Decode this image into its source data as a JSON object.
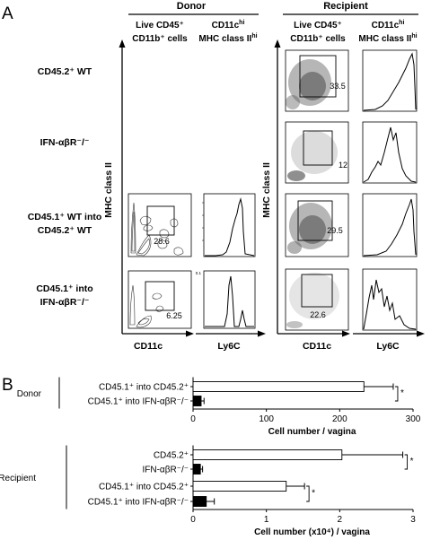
{
  "panel_a": {
    "label": "A",
    "donor": {
      "title": "Donor",
      "col1": [
        "Live CD45⁺",
        "CD11b⁺ cells"
      ],
      "col2": [
        "CD11c",
        "MHC class II"
      ],
      "col2_sup": [
        "hi",
        "hi"
      ]
    },
    "recipient": {
      "title": "Recipient",
      "col1": [
        "Live CD45⁺",
        "CD11b⁺ cells"
      ],
      "col2": [
        "CD11c",
        "MHC class II"
      ],
      "col2_sup": [
        "hi",
        "hi"
      ]
    },
    "rows": [
      [
        "CD45.2⁺ WT"
      ],
      [
        "IFN-αβR⁻/⁻"
      ],
      [
        "CD45.1⁺ WT into",
        "CD45.2⁺ WT"
      ],
      [
        "CD45.1⁺ into",
        "IFN-αβR⁻/⁻"
      ]
    ],
    "y_axis_label": "MHC class II",
    "x_axis_left": "CD11c",
    "x_axis_right": "Ly6C",
    "gate_percentages": {
      "donor": [
        "28.6",
        "6.25"
      ],
      "recipient": [
        "33.5",
        "12",
        "29.5",
        "22.6"
      ]
    }
  },
  "panel_b": {
    "label": "B",
    "significance_mark": "*",
    "chart_data": [
      {
        "type": "bar",
        "group": "Donor",
        "orientation": "horizontal",
        "categories": [
          "CD45.1⁺ into CD45.2⁺",
          "CD45.1⁺ into IFN-αβR⁻/⁻"
        ],
        "values": [
          233,
          11
        ],
        "errors": [
          40,
          4
        ],
        "bar_colors": [
          "#ffffff",
          "#000000"
        ],
        "xlabel": "Cell number / vagina",
        "xticks": [
          "0",
          "100",
          "200",
          "300"
        ],
        "xlim": [
          0,
          300
        ]
      },
      {
        "type": "bar",
        "group": "Recipient",
        "orientation": "horizontal",
        "categories": [
          "CD45.2⁺",
          "IFN-αβR⁻/⁻",
          "CD45.1⁺ into CD45.2⁺",
          "CD45.1⁺ into IFN-αβR⁻/⁻"
        ],
        "values": [
          2.03,
          0.1,
          1.27,
          0.18
        ],
        "errors": [
          0.83,
          0.03,
          0.25,
          0.11
        ],
        "bar_colors": [
          "#ffffff",
          "#000000",
          "#ffffff",
          "#000000"
        ],
        "xlabel": "Cell number (x10⁴) / vagina",
        "xticks": [
          "0",
          "1",
          "2",
          "3"
        ],
        "xlim": [
          0,
          3
        ]
      }
    ]
  }
}
